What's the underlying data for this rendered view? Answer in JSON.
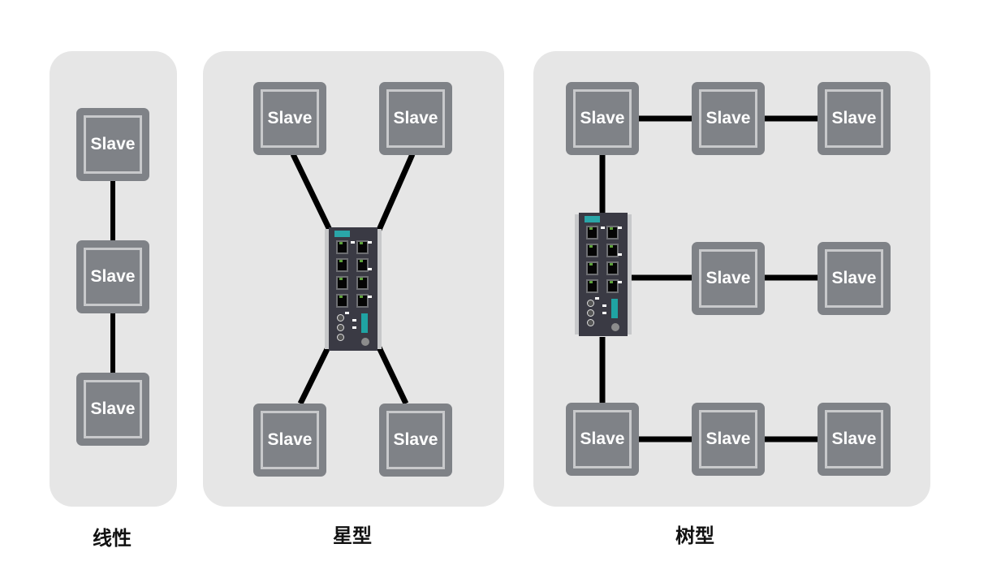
{
  "diagram": {
    "title": "Network topologies",
    "node_label": "Slave",
    "topologies": [
      {
        "id": "linear",
        "caption": "线性",
        "nodes": [
          "Slave",
          "Slave",
          "Slave"
        ],
        "switch": false
      },
      {
        "id": "star",
        "caption": "星型",
        "nodes": [
          "Slave",
          "Slave",
          "Slave",
          "Slave"
        ],
        "switch": true
      },
      {
        "id": "tree",
        "caption": "树型",
        "nodes": [
          "Slave",
          "Slave",
          "Slave",
          "Slave",
          "Slave",
          "Slave",
          "Slave",
          "Slave"
        ],
        "switch": true
      }
    ]
  },
  "colors": {
    "panel": "#e6e6e6",
    "node_fill": "#7f8287",
    "node_border": "#c8c9cb",
    "link": "#000000",
    "switch_body": "#3a3a44",
    "switch_accent": "#2aa6a8"
  }
}
